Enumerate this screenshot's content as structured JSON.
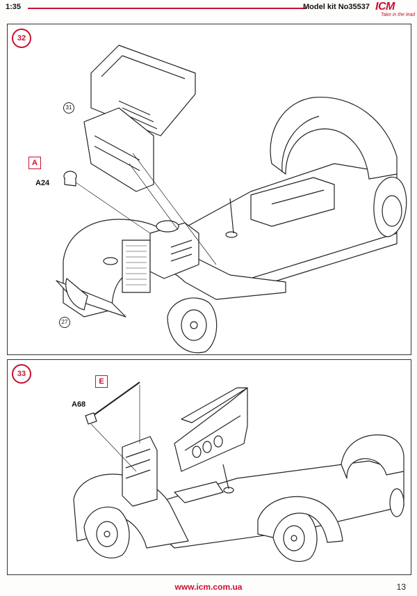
{
  "header": {
    "scale": "1:35",
    "kit": "Model kit No35537",
    "logo": "ICM",
    "logo_tagline": "Take in the lead"
  },
  "step32": {
    "number": "32",
    "callout_hood": "31",
    "callout_fender": "27",
    "letter": "A",
    "part": "A24"
  },
  "step33": {
    "number": "33",
    "letter": "E",
    "part": "A68"
  },
  "footer": {
    "url": "www.icm.com.ua",
    "page": "13"
  },
  "colors": {
    "accent": "#c8102e",
    "line": "#222222"
  }
}
